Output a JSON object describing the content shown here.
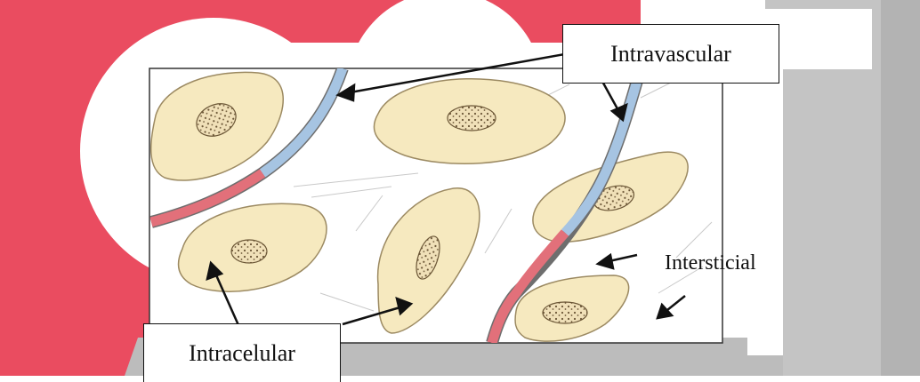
{
  "labels": {
    "intravascular": "Intravascular",
    "intracelular": "Intracelular",
    "intersticial": "Intersticial"
  },
  "colors": {
    "background_red": "#ea4c60",
    "background_gray": "#bcbcbc",
    "cell_fill": "#f6e9bf",
    "cell_stroke": "#9c8a62",
    "vessel_blue": "#a6c4e2",
    "vessel_red": "#e2707a",
    "frame": "#333333"
  }
}
